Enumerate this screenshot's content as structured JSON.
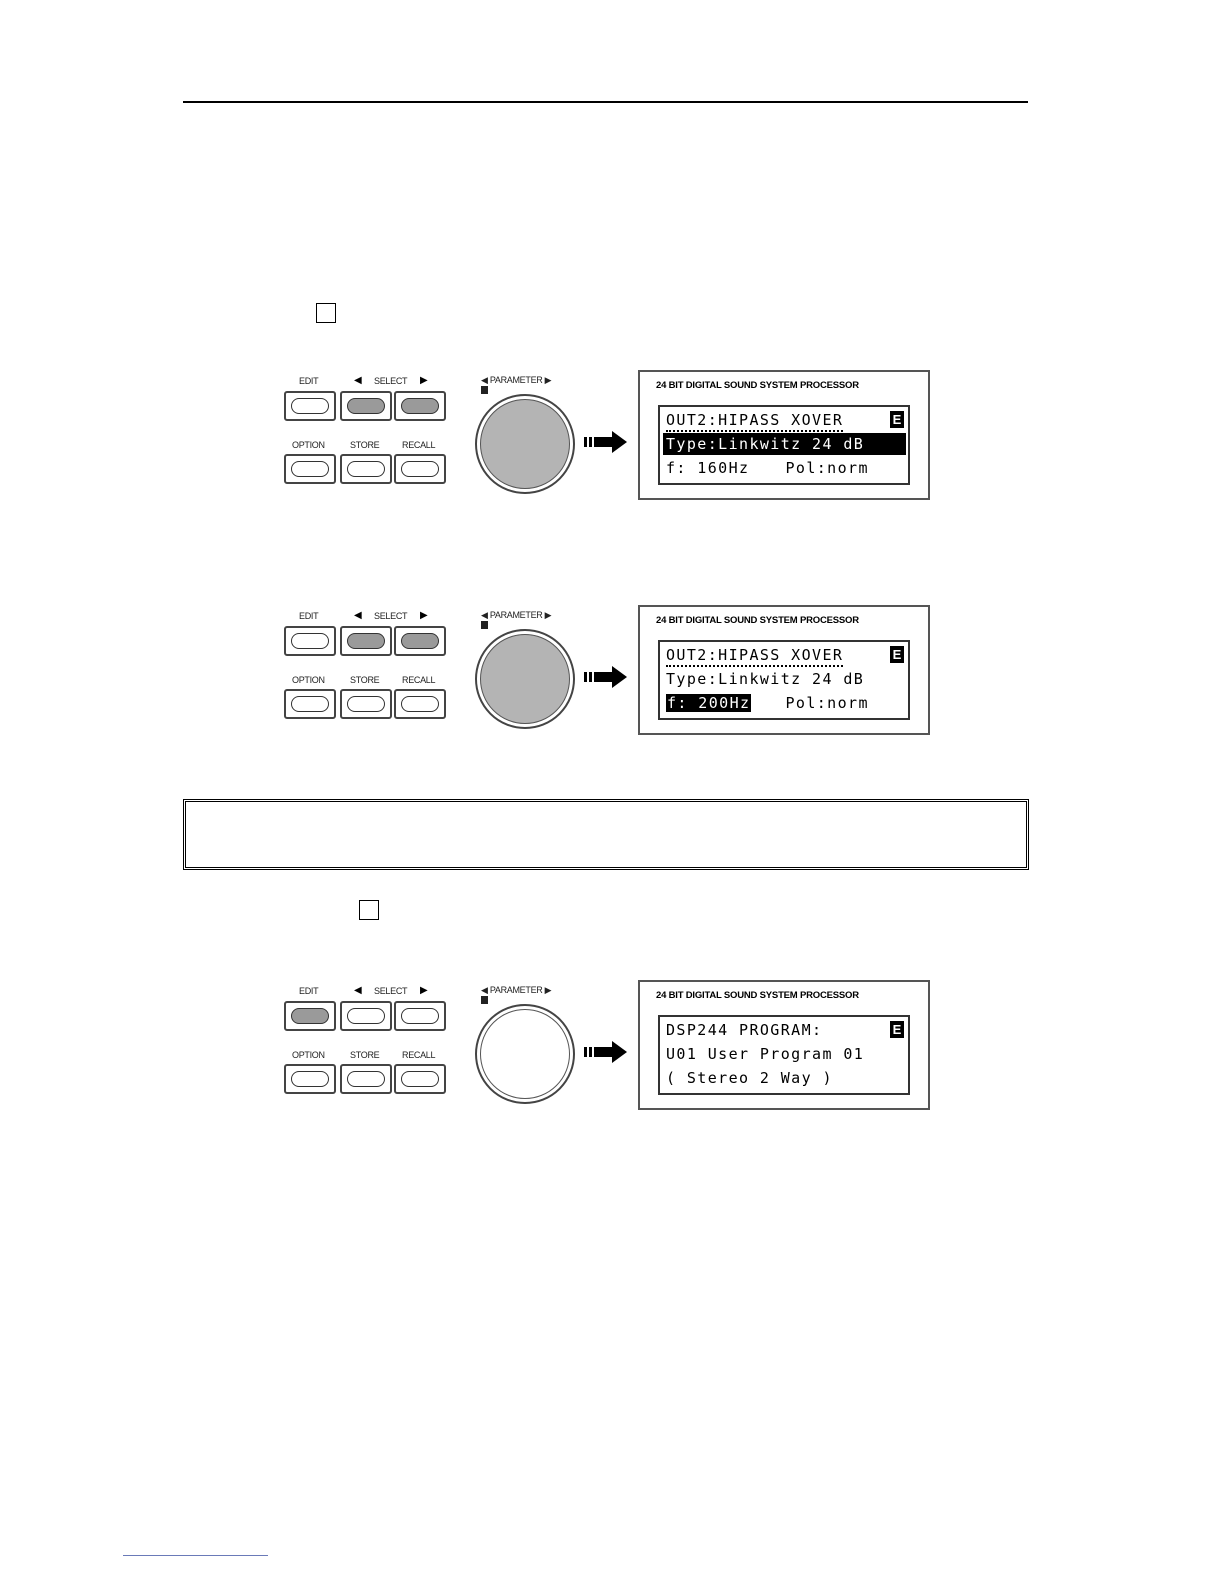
{
  "panel_labels": {
    "edit": "EDIT",
    "select": "SELECT",
    "option": "OPTION",
    "store": "STORE",
    "recall": "RECALL",
    "parameter": "PARAMETER"
  },
  "icons": {
    "select_left": "left-triangle",
    "select_right": "right-triangle",
    "arrow": "thick-right-arrow",
    "edit_badge": "E"
  },
  "lcd_title": "24 BIT DIGITAL SOUND SYSTEM PROCESSOR",
  "figures": [
    {
      "pressed_buttons": [
        "select_left",
        "select_right"
      ],
      "knob_active": true,
      "line1": "OUT2:HIPASS XOVER",
      "line2": "Type:Linkwitz 24 dB",
      "line3_a": "f: 160Hz",
      "line3_b": "Pol:norm",
      "badge": "E"
    },
    {
      "pressed_buttons": [
        "select_left",
        "select_right"
      ],
      "knob_active": true,
      "line1": "OUT2:HIPASS XOVER",
      "line2": "Type:Linkwitz 24 dB",
      "line3_a": "f: 200Hz",
      "line3_b": "Pol:norm",
      "badge": "E"
    },
    {
      "pressed_buttons": [
        "edit"
      ],
      "knob_active": false,
      "line1": "DSP244 PROGRAM:",
      "line2": "U01 User Program 01",
      "line3_a": "( Stereo 2 Way )",
      "line3_b": "",
      "badge": "E"
    }
  ]
}
